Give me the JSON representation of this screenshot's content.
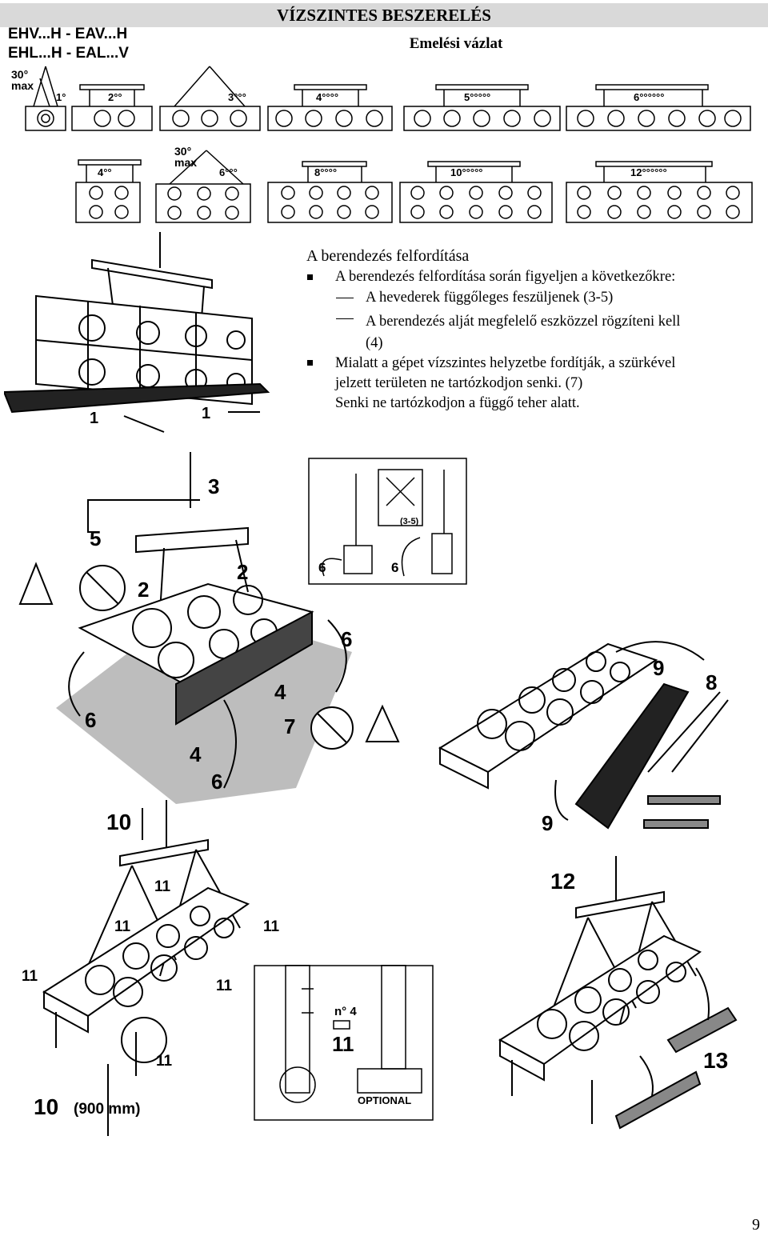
{
  "header": {
    "title": "VÍZSZINTES BESZERELÉS",
    "subtitle": "Emelési vázlat"
  },
  "models": [
    "EHV...H - EAV...H",
    "EHL...H - EAL...V"
  ],
  "lifting_schema": {
    "angle_note": [
      "30°",
      "max"
    ],
    "row1": [
      {
        "num": "1",
        "dots": "°"
      },
      {
        "num": "2",
        "dots": "°°"
      },
      {
        "num": "3",
        "dots": "°°°"
      },
      {
        "num": "4",
        "dots": "°°°°"
      },
      {
        "num": "5",
        "dots": "°°°°°"
      },
      {
        "num": "6",
        "dots": "°°°°°°"
      }
    ],
    "row2": [
      {
        "num": "4",
        "dots": "°°"
      },
      {
        "num": "6",
        "dots": "°°°"
      },
      {
        "num": "8",
        "dots": "°°°°"
      },
      {
        "num": "10",
        "dots": "°°°°°"
      },
      {
        "num": "12",
        "dots": "°°°°°°"
      }
    ]
  },
  "section": {
    "title": "A berendezés felfordítása",
    "bullet1": "A berendezés felfordítása során figyeljen a következőkre:",
    "dash1": "A hevederek függőleges feszüljenek (3-5)",
    "dash2_line1": "A berendezés alját megfelelő eszközzel rögzíteni kell",
    "dash2_line2": "(4)",
    "bullet2_line1": "Mialatt a gépet vízszintes helyzetbe fordítják, a szürkével",
    "bullet2_line2": "jelzett területen ne tartózkodjon senki. (7)",
    "bullet2_line3": "Senki ne tartózkodjon a függő teher alatt."
  },
  "figure_labels": {
    "flip": [
      "1",
      "1"
    ],
    "turn": [
      "3",
      "5",
      "2",
      "2",
      "6",
      "6",
      "6",
      "4",
      "4",
      "7"
    ],
    "inset": [
      "6",
      "6",
      "(3-5)"
    ],
    "pallet": [
      "9",
      "8",
      "9"
    ],
    "legs": [
      "10",
      "11",
      "11",
      "11",
      "11",
      "11",
      "11",
      "(900 mm)"
    ],
    "leg_detail": [
      "n° 4",
      "11",
      "OPTIONAL"
    ],
    "lower": [
      "12",
      "13"
    ]
  },
  "page_number": "9",
  "colors": {
    "header_bg": "#d9d9d9",
    "shade": "#bdbdbd"
  }
}
